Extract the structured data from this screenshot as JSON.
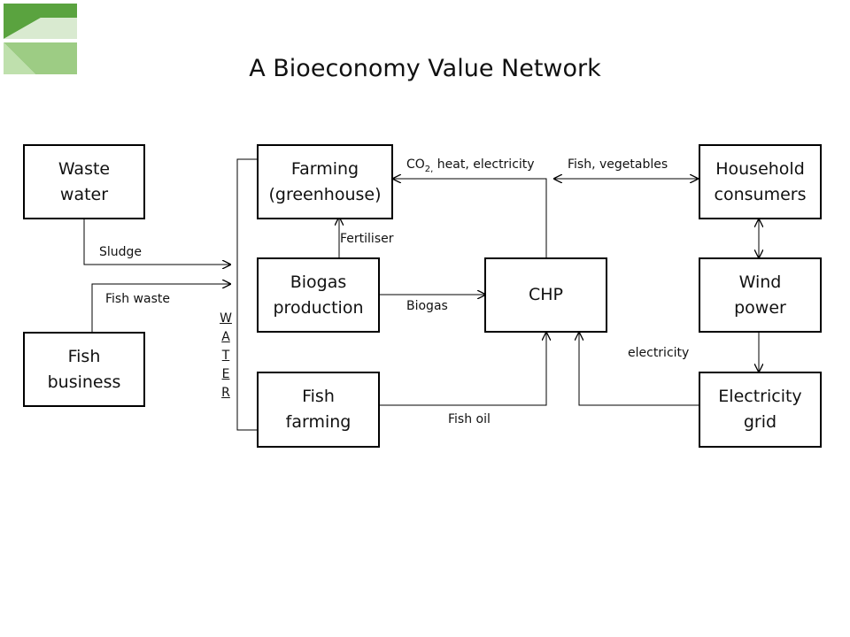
{
  "title": "A Bioeconomy Value Network",
  "colors": {
    "logo_dark": "#5aa33f",
    "logo_light": "#9dcc84",
    "logo_pale": "#d9ead0"
  },
  "boxes": {
    "waste_water": [
      "Waste",
      "water"
    ],
    "fish_business": [
      "Fish",
      "business"
    ],
    "farming": [
      "Farming",
      "(greenhouse)"
    ],
    "biogas_production": [
      "Biogas",
      "production"
    ],
    "fish_farming": [
      "Fish",
      "farming"
    ],
    "chp": [
      "CHP"
    ],
    "household_consumers": [
      "Household",
      "consumers"
    ],
    "wind_power": [
      "Wind",
      "power"
    ],
    "electricity_grid": [
      "Electricity",
      "grid"
    ]
  },
  "labels": {
    "sludge": "Sludge",
    "fish_waste": "Fish waste",
    "fertiliser": "Fertiliser",
    "biogas": "Biogas",
    "fish_oil": "Fish oil",
    "co2_prefix": "CO",
    "co2_sub": "2,",
    "co2_rest": " heat, electricity",
    "fish_vegetables": "Fish, vegetables",
    "electricity": "electricity"
  },
  "water_letters": [
    "W",
    "A",
    "T",
    "E",
    "R"
  ]
}
